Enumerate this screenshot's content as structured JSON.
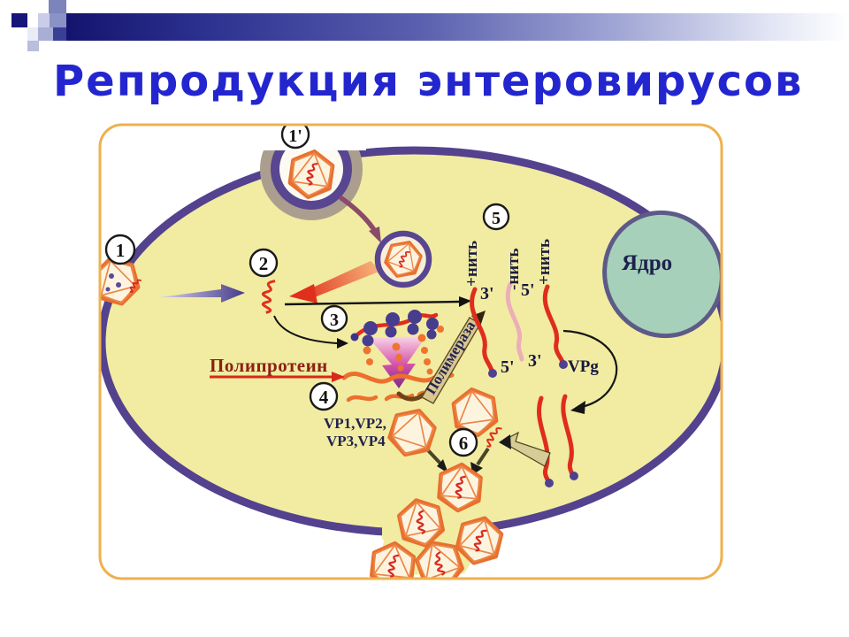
{
  "slide": {
    "title": "Репродукция энтеровирусов"
  },
  "diagram": {
    "steps": {
      "s1": "1",
      "s1p": "1'",
      "s2": "2",
      "s3": "3",
      "s4": "4",
      "s5": "5",
      "s6": "6"
    },
    "labels": {
      "nucleus": "Ядро",
      "polyprotein": "Полипротеин",
      "vp_line1": "VP1,VP2,",
      "vp_line2": "VP3,VP4",
      "polymerase": "Полимераза",
      "plus_strand_1": "+нить",
      "minus_strand": "-нить",
      "plus_strand_2": "+нить",
      "strand1_top": "3'",
      "strand1_bottom": "5'",
      "strand2_top": "5'",
      "strand2_bottom": "3'",
      "vpg": "VPg"
    },
    "colors": {
      "title_text": "#2326ce",
      "header_bar_dark": "#14146e",
      "cell_fill": "#f1eca2",
      "membrane": "#54428e",
      "capsid_outline": "#e8702f",
      "rna_plus": "#df2d1d",
      "rna_minus": "#ecafb6",
      "nucleus_fill": "#a6d0b9",
      "panel_border": "#eeb14e",
      "polyprotein_text": "#8d1f15",
      "dark_label": "#232350"
    }
  }
}
